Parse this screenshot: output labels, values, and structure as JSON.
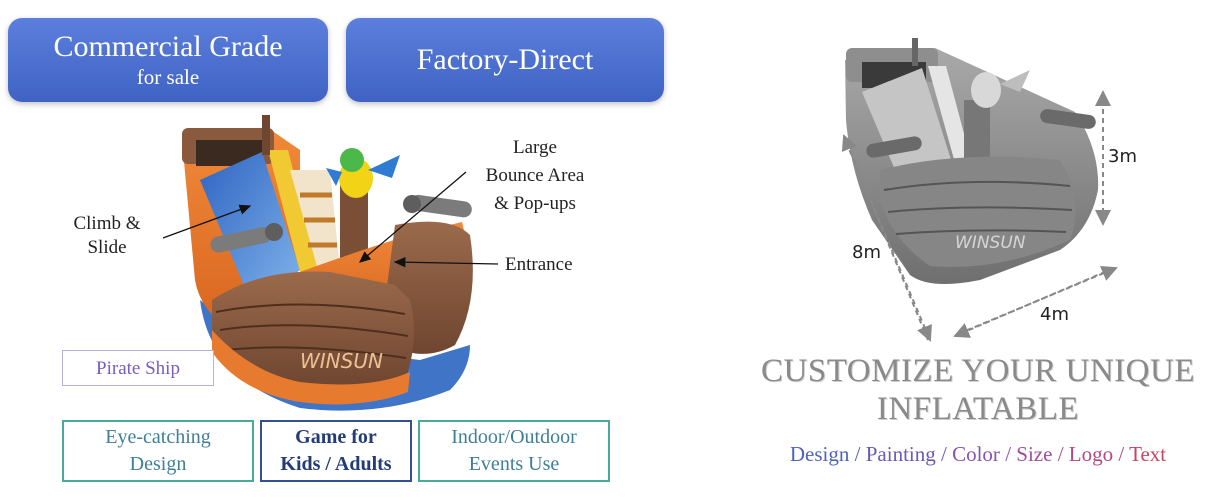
{
  "banners": {
    "commercial_main": "Commercial Grade",
    "commercial_sub": "for sale",
    "factory": "Factory-Direct"
  },
  "callouts": {
    "climb_line1": "Climb &",
    "climb_line2": "Slide",
    "bounce_line1": "Large",
    "bounce_line2": "Bounce Area",
    "bounce_line3": "& Pop-ups",
    "entrance": "Entrance"
  },
  "product": {
    "name": "Pirate Ship",
    "logo_text": "WINSUN"
  },
  "features": {
    "eye_line1": "Eye-catching",
    "eye_line2": "Design",
    "game_line1": "Game for",
    "game_line2": "Kids / Adults",
    "indoor_line1": "Indoor/Outdoor",
    "indoor_line2": "Events Use"
  },
  "dimensions": {
    "height": "3m",
    "length": "8m",
    "width": "4m"
  },
  "customize": {
    "title_line1": "CUSTOMIZE YOUR UNIQUE",
    "title_line2": "INFLATABLE",
    "separator": " / ",
    "options": [
      "Design",
      "Painting",
      "Color",
      "Size",
      "Logo",
      "Text"
    ]
  },
  "colors": {
    "banner_blue": "#4a6fcf",
    "option_gradient": [
      "#4f63b8",
      "#6a58b7",
      "#8a53b0",
      "#a04d9e",
      "#b4497f",
      "#c4455f"
    ]
  }
}
